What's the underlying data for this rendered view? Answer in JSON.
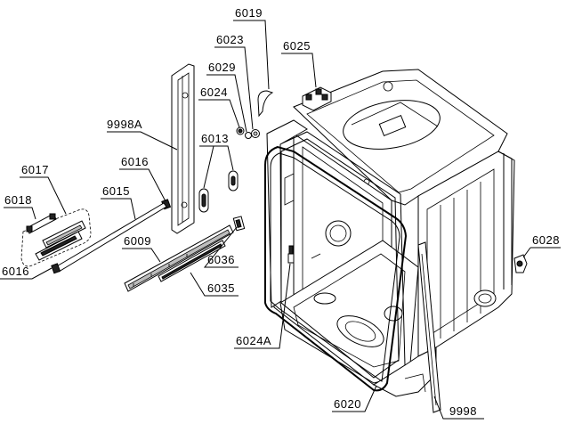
{
  "labels": {
    "l6019": "6019",
    "l6023": "6023",
    "l6025": "6025",
    "l6029": "6029",
    "l6024": "6024",
    "l9998A": "9998A",
    "l6013": "6013",
    "l6016a": "6016",
    "l6017": "6017",
    "l6015": "6015",
    "l6018": "6018",
    "l6009": "6009",
    "l6016b": "6016",
    "l6036": "6036",
    "l6035": "6035",
    "l6028": "6028",
    "l6024A": "6024A",
    "l6020": "6020",
    "l9998": "9998"
  }
}
